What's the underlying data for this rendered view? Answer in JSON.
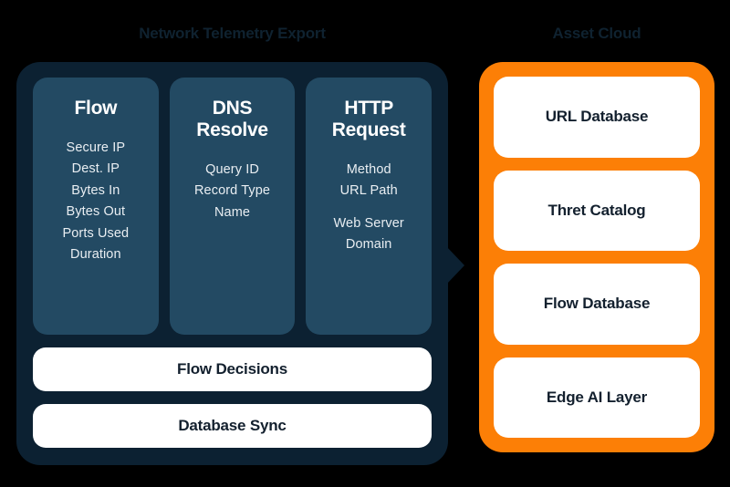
{
  "diagram": {
    "background_color": "#000000",
    "left_section": {
      "title": "Network Telemetry Export",
      "panel_color": "#0c2132",
      "columns": [
        {
          "heading_line1": "Flow",
          "heading_line2": "",
          "items": [
            "Secure IP",
            "Dest. IP",
            "Bytes In",
            "Bytes Out",
            "Ports Used",
            "Duration"
          ],
          "spaced_from_index": -1
        },
        {
          "heading_line1": "DNS",
          "heading_line2": "Resolve",
          "items": [
            "Query ID",
            "Record Type",
            "Name"
          ],
          "spaced_from_index": -1
        },
        {
          "heading_line1": "HTTP",
          "heading_line2": "Request",
          "items": [
            "Method",
            "URL Path",
            "Web Server",
            "Domain"
          ],
          "spaced_from_index": 2
        }
      ],
      "bars": [
        "Flow Decisions",
        "Database Sync"
      ],
      "card_color": "#234a63"
    },
    "connector": {
      "icon": "arrow-right-icon",
      "color": "#0c2132"
    },
    "right_section": {
      "title": "Asset Cloud",
      "panel_color": "#fc7f06",
      "cards": [
        "URL Database",
        "Thret Catalog",
        "Flow Database",
        "Edge AI Layer"
      ],
      "card_color": "#ffffff"
    }
  }
}
